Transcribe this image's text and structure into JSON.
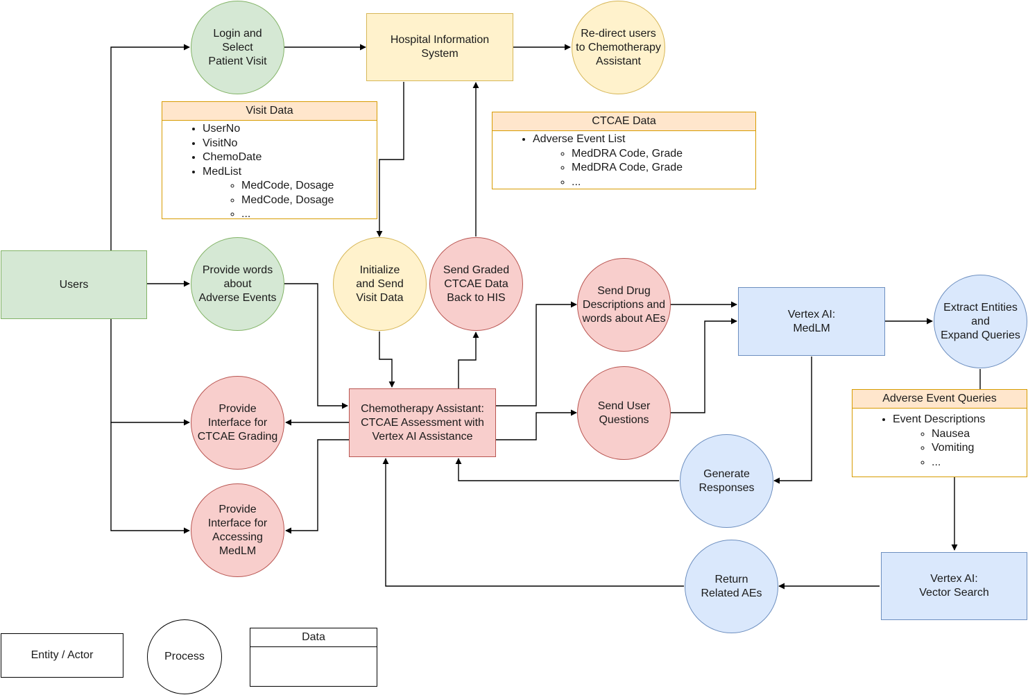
{
  "nodes": {
    "users": "Users",
    "login": "Login and\nSelect\nPatient Visit",
    "his": "Hospital Information\nSystem",
    "redirect": "Re-direct users\nto Chemotherapy\nAssistant",
    "provide_words": "Provide words\nabout\nAdverse Events",
    "initialize": "Initialize\nand Send\nVisit Data",
    "send_graded": "Send Graded\nCTCAE Data\nBack to HIS",
    "send_drug": "Send Drug\nDescriptions and\nwords about AEs",
    "vertex_medlm": "Vertex AI:\nMedLM",
    "extract": "Extract Entities\nand\nExpand Queries",
    "chemo_assistant": "Chemotherapy Assistant:\nCTCAE Assessment with\nVertex AI Assistance",
    "provide_interface_grading": "Provide\nInterface for\nCTCAE Grading",
    "send_user_questions": "Send User\nQuestions",
    "generate_responses": "Generate\nResponses",
    "provide_interface_medlm": "Provide\nInterface for\nAccessing\nMedLM",
    "return_related": "Return\nRelated AEs",
    "vertex_vector": "Vertex AI:\nVector Search"
  },
  "data_stores": {
    "visit_data": {
      "title": "Visit Data",
      "items": [
        "UserNo",
        "VisitNo",
        "ChemoDate",
        "MedList"
      ],
      "subitems": [
        "MedCode, Dosage",
        "MedCode, Dosage",
        "..."
      ]
    },
    "ctcae_data": {
      "title": "CTCAE Data",
      "items": [
        "Adverse Event List"
      ],
      "subitems": [
        "MedDRA Code, Grade",
        "MedDRA Code, Grade",
        "..."
      ]
    },
    "ae_queries": {
      "title": "Adverse Event Queries",
      "items": [
        "Event Descriptions"
      ],
      "subitems": [
        "Nausea",
        "Vomiting",
        "..."
      ]
    }
  },
  "legend": {
    "entity": "Entity / Actor",
    "process": "Process",
    "data": "Data"
  },
  "colors": {
    "green_fill": "#d5e8d4",
    "green_stroke": "#82b366",
    "yellow_fill": "#fff2cc",
    "yellow_stroke": "#d6b656",
    "red_fill": "#f8cecc",
    "red_stroke": "#b85450",
    "blue_fill": "#dae8fc",
    "blue_stroke": "#6c8ebf",
    "data_header": "#ffe6cc",
    "data_stroke": "#d79b00"
  }
}
